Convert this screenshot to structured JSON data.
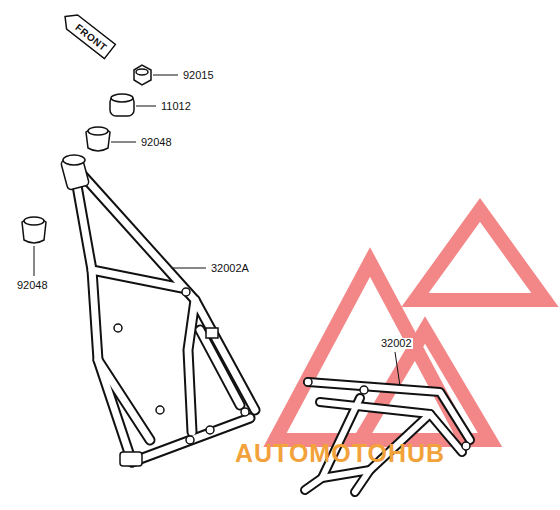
{
  "diagram": {
    "nodes": [
      {
        "text": [
          "FRONT"
        ]
      }
    ],
    "labels": [
      "92015",
      "11012",
      "92048",
      "92048",
      "32002A",
      "32002",
      "AUTOMOTOHUB"
    ]
  }
}
